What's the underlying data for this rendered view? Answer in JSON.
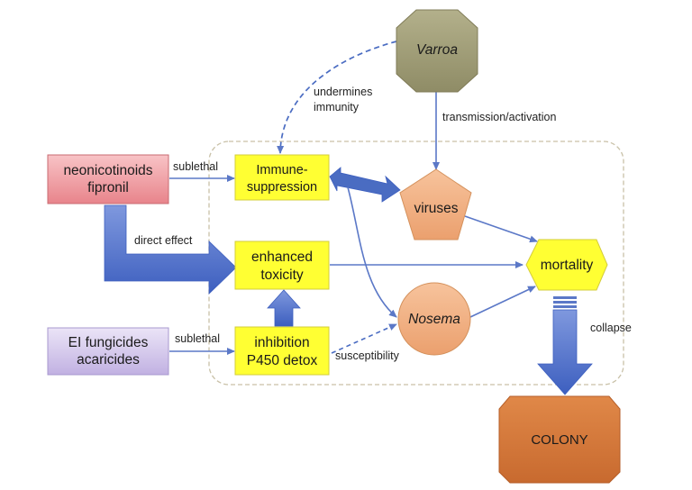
{
  "nodes": {
    "varroa": "Varroa",
    "neonicotinoids": [
      "neonicotinoids",
      "fipronil"
    ],
    "fungicides": [
      "EI fungicides",
      "acaricides"
    ],
    "immune": [
      "Immune-",
      "suppression"
    ],
    "toxicity": [
      "enhanced",
      "toxicity"
    ],
    "p450": [
      "inhibition",
      "P450 detox"
    ],
    "viruses": "viruses",
    "nosema": "Nosema",
    "mortality": "mortality",
    "colony": "COLONY"
  },
  "edge_labels": {
    "undermines": [
      "undermines",
      "immunity"
    ],
    "transmission": "transmission/activation",
    "sublethal_top": "sublethal",
    "direct_effect": "direct effect",
    "sublethal_bottom": "sublethal",
    "susceptibility": "susceptibility",
    "collapse": "collapse"
  },
  "colors": {
    "yellow": "#ffff33",
    "red_box": "#f2a0a5",
    "purple_box": "#d3c7ea",
    "varroa": "#a6a37c",
    "orange_shape": "#f4b183",
    "colony": "#d8773a",
    "arrow_blue": "#4a6cc2"
  }
}
